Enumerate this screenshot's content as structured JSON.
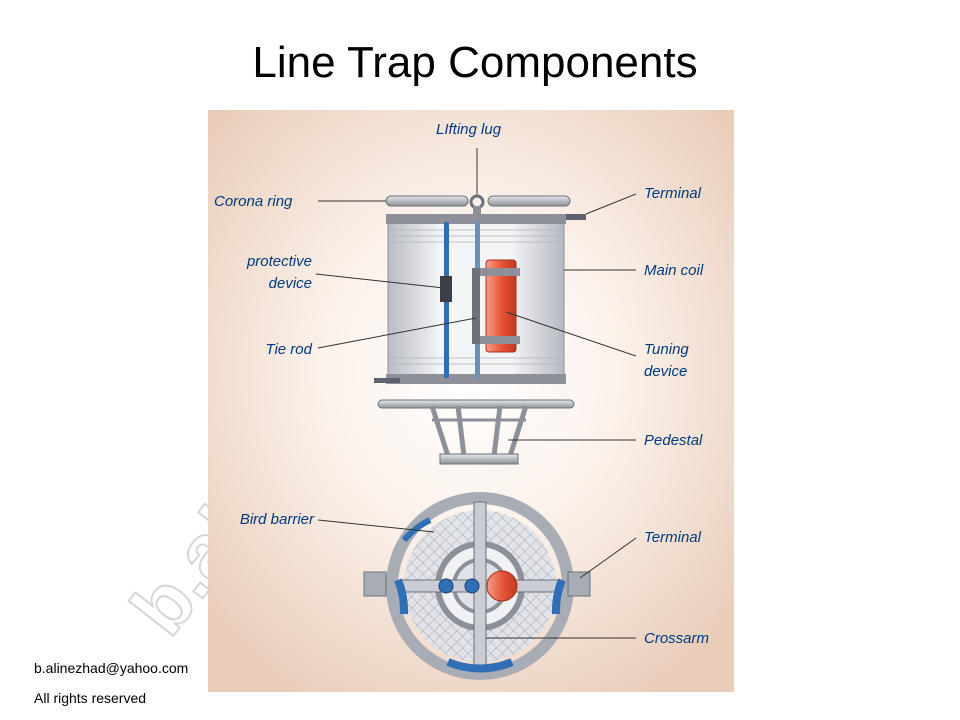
{
  "title": "Line Trap Components",
  "footer": {
    "email": "b.alinezhad@yahoo.com",
    "rights": "All rights reserved"
  },
  "watermark_text": "b.alinezhad.com",
  "labels": {
    "lifting_lug": "LIfting lug",
    "corona_ring": "Corona ring",
    "terminal_top": "Terminal",
    "protective_device_line1": "protective",
    "protective_device_line2": "device",
    "main_coil": "Main coil",
    "tie_rod": "Tie rod",
    "tuning_device_line1": "Tuning",
    "tuning_device_line2": "device",
    "pedestal": "Pedestal",
    "bird_barrier": "Bird barrier",
    "terminal_bottom": "Terminal",
    "crossarm": "Crossarm"
  },
  "colors": {
    "label_text": "#003a80",
    "coil_body": "#e8e8ec",
    "tuning_device": "#e8553a",
    "tie_rod": "#2f6fb8",
    "background_glow": "#f1dccb"
  }
}
